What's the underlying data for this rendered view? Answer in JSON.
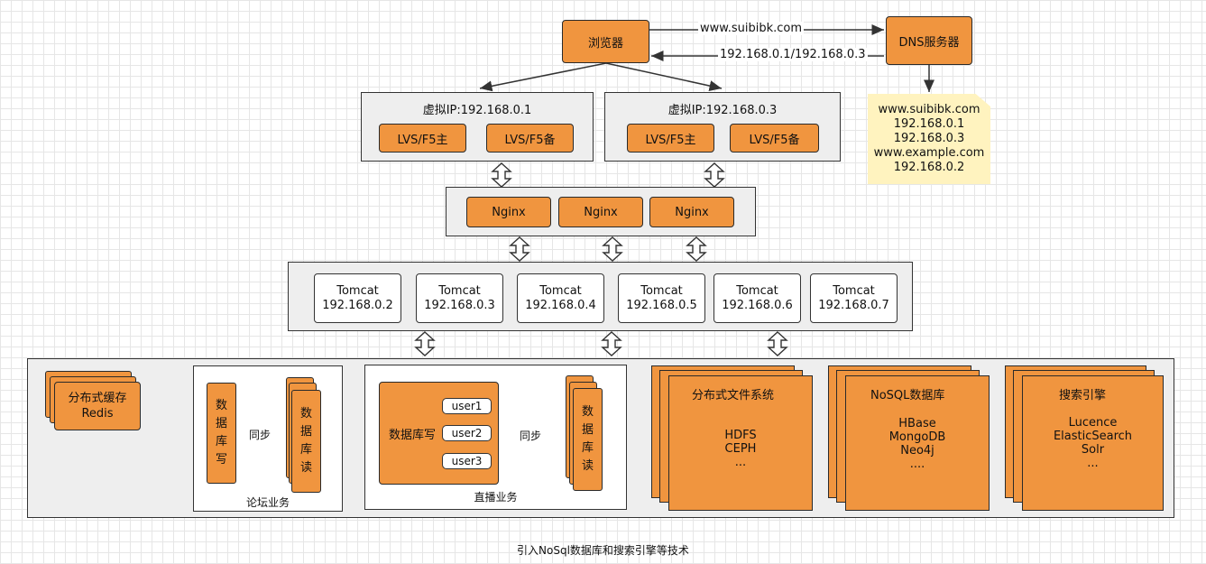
{
  "browser": {
    "label": "浏览器"
  },
  "dns": {
    "label": "DNS服务器",
    "request": "www.suibibk.com",
    "response": "192.168.0.1/192.168.0.3"
  },
  "dns_note": {
    "lines": [
      "www.suibibk.com",
      "192.168.0.1",
      "192.168.0.3",
      "www.example.com",
      "192.168.0.2"
    ]
  },
  "vip_groups": [
    {
      "title": "虚拟IP:192.168.0.1",
      "main": "LVS/F5主",
      "backup": "LVS/F5备"
    },
    {
      "title": "虚拟IP:192.168.0.3",
      "main": "LVS/F5主",
      "backup": "LVS/F5备"
    }
  ],
  "nginx": [
    "Nginx",
    "Nginx",
    "Nginx"
  ],
  "tomcats": [
    {
      "name": "Tomcat",
      "ip": "192.168.0.2"
    },
    {
      "name": "Tomcat",
      "ip": "192.168.0.3"
    },
    {
      "name": "Tomcat",
      "ip": "192.168.0.4"
    },
    {
      "name": "Tomcat",
      "ip": "192.168.0.5"
    },
    {
      "name": "Tomcat",
      "ip": "192.168.0.6"
    },
    {
      "name": "Tomcat",
      "ip": "192.168.0.7"
    }
  ],
  "cache": {
    "line1": "分布式缓存",
    "line2": "Redis"
  },
  "forum": {
    "caption": "论坛业务",
    "write": [
      "数",
      "据",
      "库",
      "写"
    ],
    "sync": "同步",
    "read": [
      "数",
      "据",
      "库",
      "读"
    ]
  },
  "live": {
    "caption": "直播业务",
    "write": "数据库写",
    "users": [
      "user1",
      "user2",
      "user3"
    ],
    "sync": "同步",
    "read": [
      "数",
      "据",
      "库",
      "读"
    ]
  },
  "dfs": {
    "title": "分布式文件系统",
    "items": [
      "HDFS",
      "CEPH",
      "..."
    ]
  },
  "nosql": {
    "title": "NoSQL数据库",
    "items": [
      "HBase",
      "MongoDB",
      "Neo4j",
      "...."
    ]
  },
  "search": {
    "title": "搜索引擎",
    "items": [
      "Lucence",
      "ElasticSearch",
      "Solr",
      "..."
    ]
  },
  "footer": {
    "caption": "引入NoSql数据库和搜索引擎等技术"
  },
  "colors": {
    "accent": "#f0953f",
    "panel": "#eeeeee",
    "note": "#fff3bf",
    "line": "#333333"
  }
}
